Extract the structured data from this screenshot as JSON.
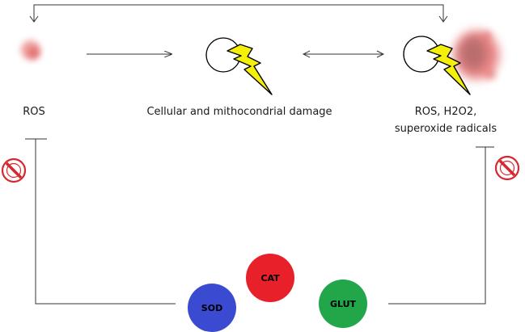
{
  "labels": {
    "ros_left": "ROS",
    "damage": "Cellular and mithocondrial damage",
    "ros_right_line1": "ROS, H2O2,",
    "ros_right_line2": "superoxide radicals"
  },
  "enzymes": {
    "sod": "SOD",
    "cat": "CAT",
    "glut": "GLUT"
  },
  "colors": {
    "sod": "#3b4bd1",
    "cat": "#e8202a",
    "glut": "#22a64a",
    "bolt": "#f5f00a",
    "inhibit_sign": "#d7282f",
    "ros_blur": "#e05050"
  },
  "icons": {
    "bolt": "lightning-bolt-icon",
    "inhibit": "prohibition-icon",
    "cell": "cell-circle-icon"
  }
}
